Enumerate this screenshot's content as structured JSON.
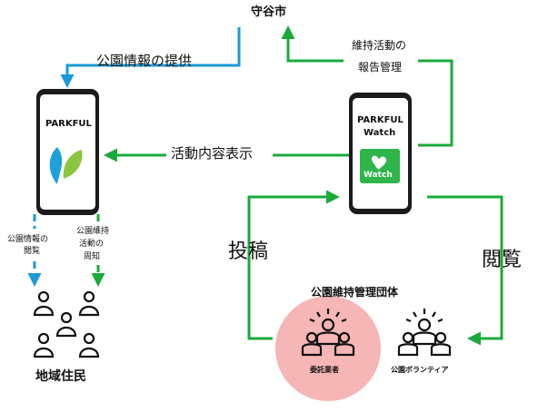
{
  "city": "守谷市",
  "flows": {
    "park_info_provision": "公園情報の提供",
    "maintenance_report_line1": "維持活動の",
    "maintenance_report_line2": "報告管理",
    "activity_display": "活動内容表示",
    "park_info_view_line1": "公園情報の",
    "park_info_view_line2": "閲覧",
    "maintenance_notice_line1": "公園維持",
    "maintenance_notice_line2": "活動の",
    "maintenance_notice_line3": "周知",
    "post": "投稿",
    "browse": "閲覧"
  },
  "apps": {
    "parkful": "PARKFUL",
    "parkful_watch_line1": "PARKFUL",
    "parkful_watch_line2": "Watch",
    "watch_badge": "Watch"
  },
  "organization": {
    "title": "公園維持管理団体",
    "contractor": "委託業者",
    "volunteer": "公園ボランティア"
  },
  "residents": "地域住民",
  "colors": {
    "green_arrow": "#1aaa3a",
    "blue_arrow": "#1a9ad8",
    "watch_green": "#2fb54a",
    "contractor_circle": "#f6b6b6"
  },
  "icons": [
    "smartphone-icon",
    "parkful-logo-icon",
    "watch-logo-icon",
    "people-group-icon"
  ]
}
